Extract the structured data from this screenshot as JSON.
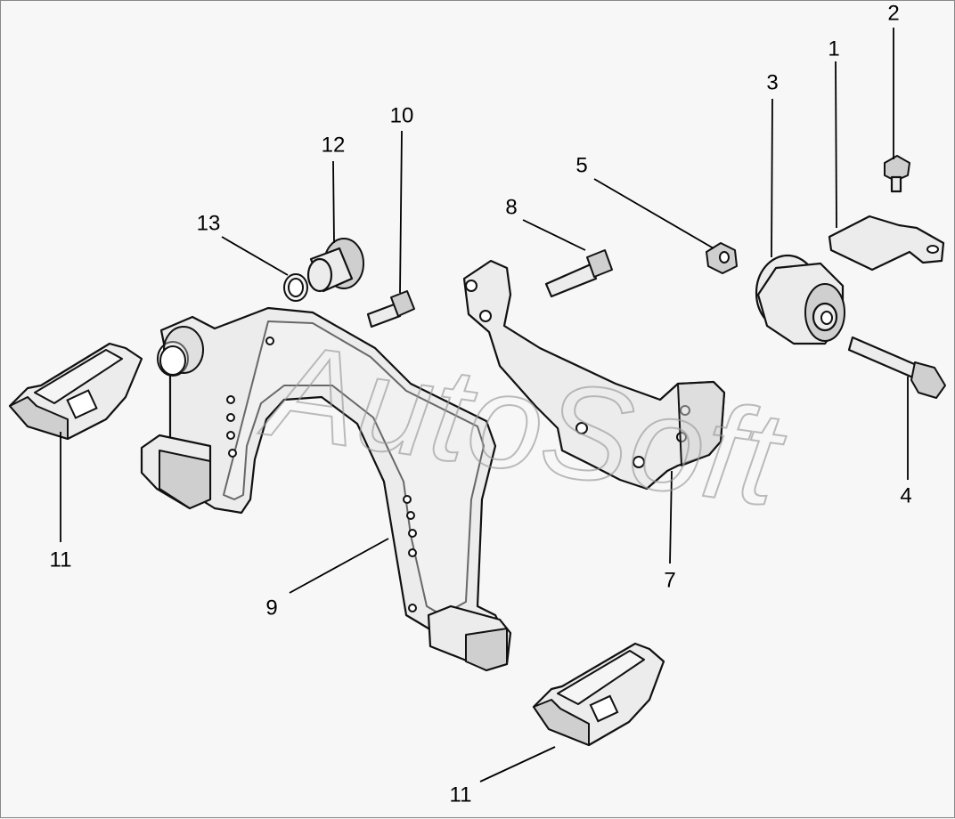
{
  "watermark": "AutoSoft",
  "callouts": {
    "c1": "1",
    "c2": "2",
    "c3": "3",
    "c4": "4",
    "c5": "5",
    "c7": "7",
    "c8": "8",
    "c9": "9",
    "c10": "10",
    "c11a": "11",
    "c11b": "11",
    "c12": "12",
    "c13": "13"
  }
}
